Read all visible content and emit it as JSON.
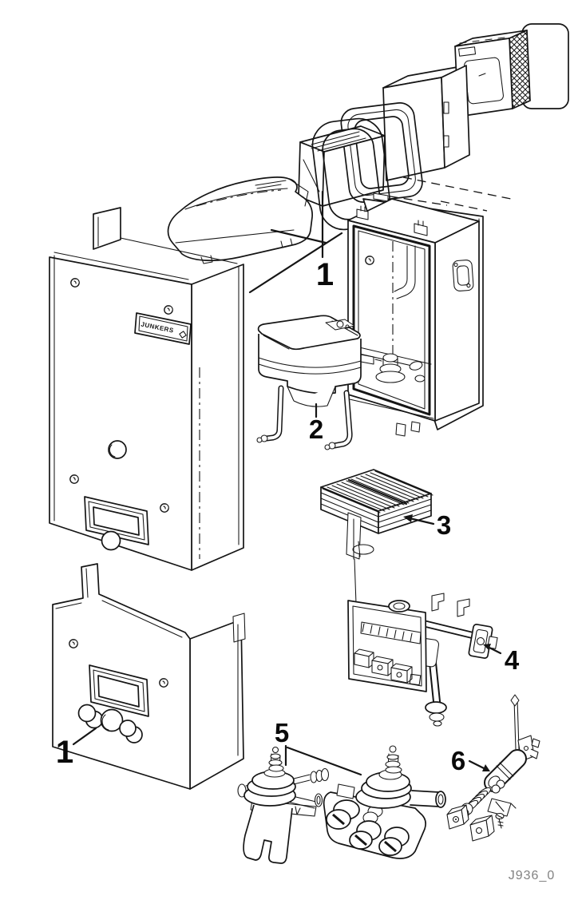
{
  "diagram": {
    "brand_plate": "JUNKERS",
    "drawing_code": "J936_0",
    "callouts": [
      {
        "id": "callout-1-top",
        "label": "1"
      },
      {
        "id": "callout-2",
        "label": "2"
      },
      {
        "id": "callout-3",
        "label": "3"
      },
      {
        "id": "callout-4",
        "label": "4"
      },
      {
        "id": "callout-5",
        "label": "5"
      },
      {
        "id": "callout-6",
        "label": "6"
      },
      {
        "id": "callout-1-bottom",
        "label": "1"
      }
    ],
    "icons": {
      "screw_heads": "screw-head-icon",
      "brand_logo": "junkers-diamond-icon"
    },
    "colors": {
      "ink": "#151515",
      "paper": "#ffffff",
      "code_text": "#828282"
    }
  }
}
